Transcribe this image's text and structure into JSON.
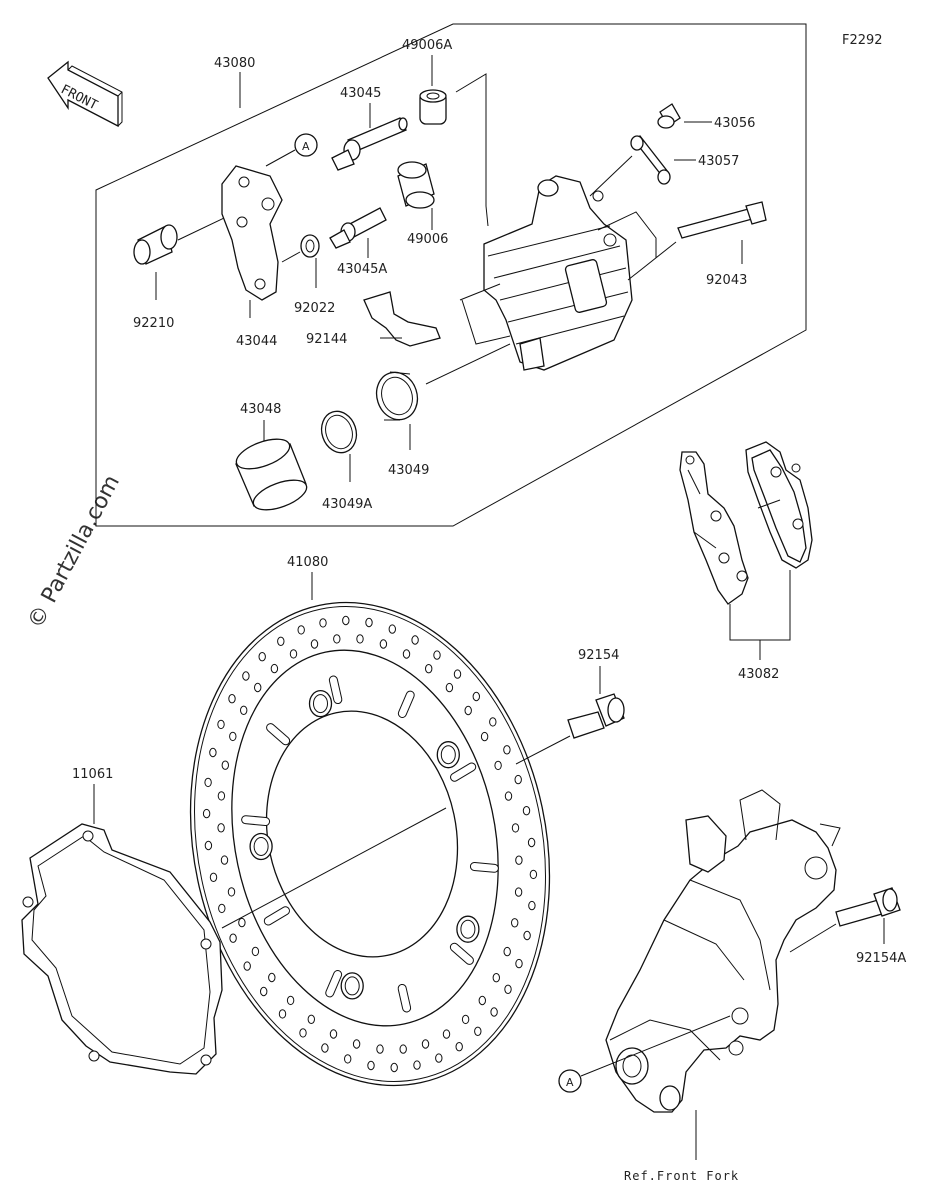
{
  "diagram_id": "F2292",
  "front_label": "FRONT",
  "watermark": "© Partzilla.com",
  "ref_label": "Ref.Front Fork",
  "callout_letter": "A",
  "parts": {
    "p43080": "43080",
    "p49006A": "49006A",
    "p43045": "43045",
    "p43056": "43056",
    "p43057": "43057",
    "p49006": "49006",
    "p43045A": "43045A",
    "p92043": "92043",
    "p92210": "92210",
    "p43044": "43044",
    "p92022": "92022",
    "p92144": "92144",
    "p43048": "43048",
    "p43049": "43049",
    "p43049A": "43049A",
    "p41080": "41080",
    "p92154": "92154",
    "p43082": "43082",
    "p11061": "11061",
    "p92154A": "92154A"
  }
}
